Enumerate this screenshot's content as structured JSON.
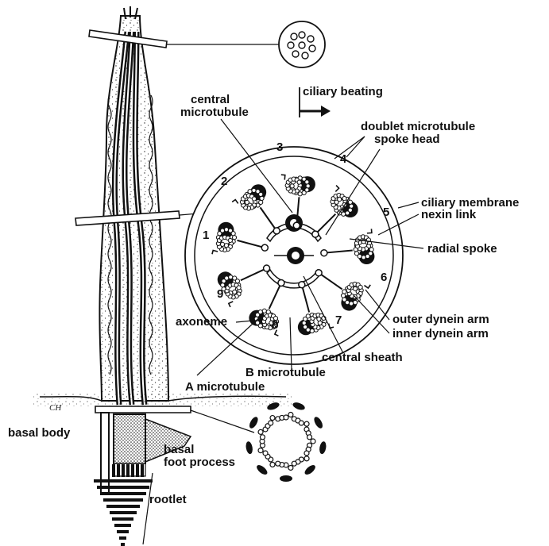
{
  "labels": {
    "ciliary_beating": "ciliary beating",
    "central_microtubule_1": "central",
    "central_microtubule_2": "microtubule",
    "doublet_microtubule": "doublet  microtubule",
    "spoke_head": "spoke head",
    "ciliary_membrane": "ciliary membrane",
    "nexin_link": "nexin link",
    "radial_spoke": "radial spoke",
    "outer_dynein_arm": "outer dynein arm",
    "inner_dynein_arm": "inner dynein arm",
    "central_sheath": "central sheath",
    "b_microtubule": "B microtubule",
    "a_microtubule": "A microtubule",
    "axoneme": "axoneme",
    "basal_body": "basal body",
    "basal_foot_1": "basal",
    "basal_foot_2": "foot process",
    "rootlet": "rootlet"
  },
  "doublet_numbers": [
    "1",
    "2",
    "3",
    "4",
    "5",
    "6",
    "7",
    "8",
    "9"
  ],
  "artist_mark": "CH",
  "colors": {
    "ink": "#111111",
    "paper": "#ffffff"
  }
}
